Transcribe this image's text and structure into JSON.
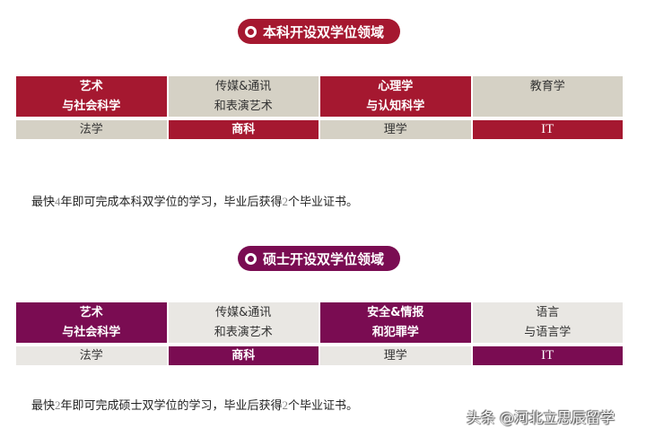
{
  "colors": {
    "bachelor_accent": "#a51830",
    "bachelor_neutral": "#d5d1c5",
    "master_accent": "#7a0c52",
    "master_neutral": "#e9e7e3"
  },
  "bachelor": {
    "title": "本科开设双学位领域",
    "rows": [
      [
        {
          "line1": "艺术",
          "line2": "与社会科学",
          "highlight": true
        },
        {
          "line1": "传媒&通讯",
          "line2": "和表演艺术",
          "highlight": false
        },
        {
          "line1": "心理学",
          "line2": "与认知科学",
          "highlight": true
        },
        {
          "line1": "教育学",
          "line2": "",
          "highlight": false
        }
      ],
      [
        {
          "label": "法学",
          "highlight": false
        },
        {
          "label": "商科",
          "highlight": true
        },
        {
          "label": "理学",
          "highlight": false
        },
        {
          "label": "IT",
          "highlight": true
        }
      ]
    ],
    "note": {
      "pre": "最快",
      "years": "4",
      "mid": "年即可完成本科双学位的学习，毕业后获得",
      "count": "2",
      "post": "个毕业证书。"
    }
  },
  "master": {
    "title": "硕士开设双学位领域",
    "rows": [
      [
        {
          "line1": "艺术",
          "line2": "与社会科学",
          "highlight": true
        },
        {
          "line1": "传媒&通讯",
          "line2": "和表演艺术",
          "highlight": false
        },
        {
          "line1": "安全&情报",
          "line2": "和犯罪学",
          "highlight": true
        },
        {
          "line1": "语言",
          "line2": "与语言学",
          "highlight": false
        }
      ],
      [
        {
          "label": "法学",
          "highlight": false
        },
        {
          "label": "商科",
          "highlight": true
        },
        {
          "label": "理学",
          "highlight": false
        },
        {
          "label": "IT",
          "highlight": true
        }
      ]
    ],
    "note": {
      "pre": "最快",
      "years": "2",
      "mid": "年即可完成硕士双学位的学习，毕业后获得",
      "count": "2",
      "post": "个毕业证书。"
    }
  },
  "watermark": "头条 @河北立思辰留学"
}
